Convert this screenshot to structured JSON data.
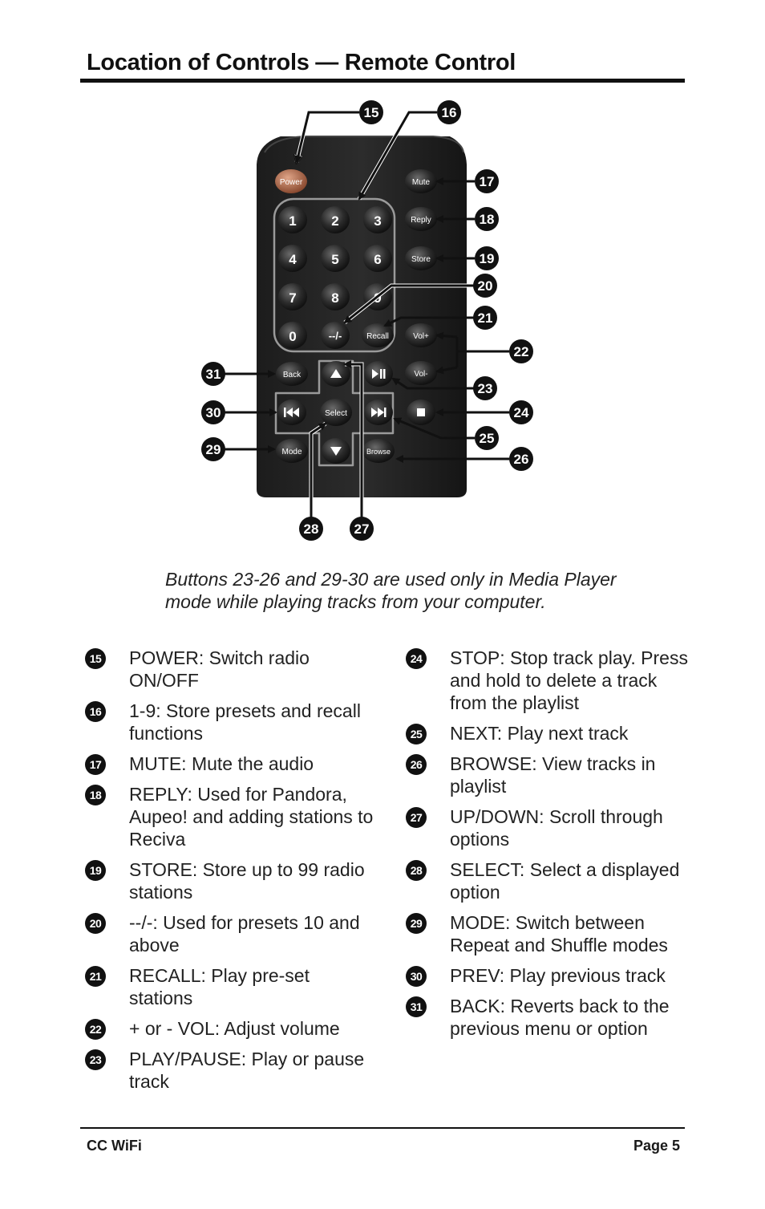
{
  "page": {
    "title": "Location of Controls — Remote Control",
    "caption": "Buttons 23-26 and 29-30 are used only in Media Player mode while playing tracks from your computer.",
    "footer_left": "CC WiFi",
    "footer_right": "Page 5"
  },
  "remote": {
    "power": "Power",
    "mute": "Mute",
    "reply": "Reply",
    "store": "Store",
    "recall": "Recall",
    "volup": "Vol+",
    "voldown": "Vol-",
    "back": "Back",
    "select": "Select",
    "mode": "Mode",
    "browse": "Browse",
    "dash": "--/-",
    "digits": [
      "1",
      "2",
      "3",
      "4",
      "5",
      "6",
      "7",
      "8",
      "9",
      "0"
    ]
  },
  "callouts": [
    "15",
    "16",
    "17",
    "18",
    "19",
    "20",
    "21",
    "22",
    "23",
    "24",
    "25",
    "26",
    "27",
    "28",
    "29",
    "30",
    "31"
  ],
  "legend": {
    "left": [
      {
        "num": "15",
        "text": "POWER: Switch radio ON/OFF"
      },
      {
        "num": "16",
        "text": "1-9: Store presets and recall functions"
      },
      {
        "num": "17",
        "text": "MUTE: Mute the audio"
      },
      {
        "num": "18",
        "text": "REPLY: Used for Pandora, Aupeo! and adding stations to Reciva"
      },
      {
        "num": "19",
        "text": "STORE: Store up to 99 radio stations"
      },
      {
        "num": "20",
        "text": "--/-: Used for presets 10 and above"
      },
      {
        "num": "21",
        "text": "RECALL: Play pre-set stations"
      },
      {
        "num": "22",
        "text": "+ or - VOL: Adjust volume"
      },
      {
        "num": "23",
        "text": "PLAY/PAUSE: Play or pause track"
      }
    ],
    "right": [
      {
        "num": "24",
        "text": "STOP: Stop track play. Press and hold to delete a track from the playlist"
      },
      {
        "num": "25",
        "text": "NEXT: Play next track"
      },
      {
        "num": "26",
        "text": "BROWSE: View tracks in playlist"
      },
      {
        "num": "27",
        "text": "UP/DOWN: Scroll through options"
      },
      {
        "num": "28",
        "text": "SELECT: Select a displayed option"
      },
      {
        "num": "29",
        "text": "MODE: Switch between Repeat and Shuffle modes"
      },
      {
        "num": "30",
        "text": "PREV: Play previous track"
      },
      {
        "num": "31",
        "text": "BACK: Reverts back to the previous menu or option"
      }
    ]
  }
}
